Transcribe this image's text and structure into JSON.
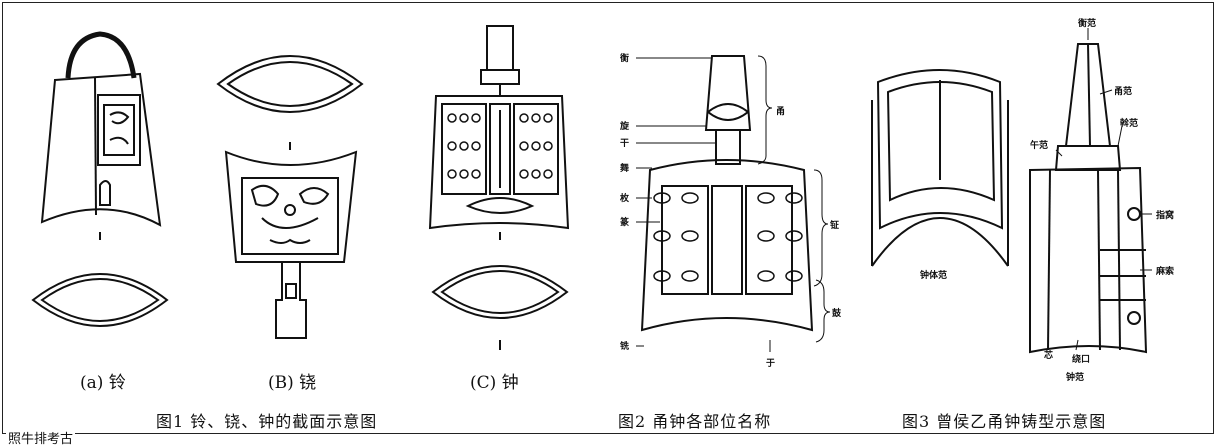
{
  "figure1": {
    "caption": "图1 铃、铙、钟的截面示意图",
    "sub_a": "(a) 铃",
    "sub_b": "(B) 铙",
    "sub_c": "(C) 钟"
  },
  "figure2": {
    "caption": "图2 甬钟各部位名称",
    "labels": {
      "heng": "衡",
      "xuan": "旋",
      "gan": "干",
      "wu": "舞",
      "mei": "枚",
      "zhuan": "篆",
      "xian": "铣",
      "yong": "甬",
      "zheng": "钲",
      "gu": "鼓",
      "yu": "于"
    }
  },
  "figure3": {
    "caption": "图3 曾侯乙甬钟铸型示意图",
    "labels": {
      "hengfan": "衡范",
      "yongfan": "甬范",
      "wufan": "午范",
      "ganfan": "斡范",
      "zhongtifan": "钟体范",
      "zhiwo": "指窝",
      "masuo": "麻索",
      "xin": "芯",
      "raokou": "绕口",
      "zhongfan": "钟范"
    }
  },
  "watermark": "照牛排考古"
}
